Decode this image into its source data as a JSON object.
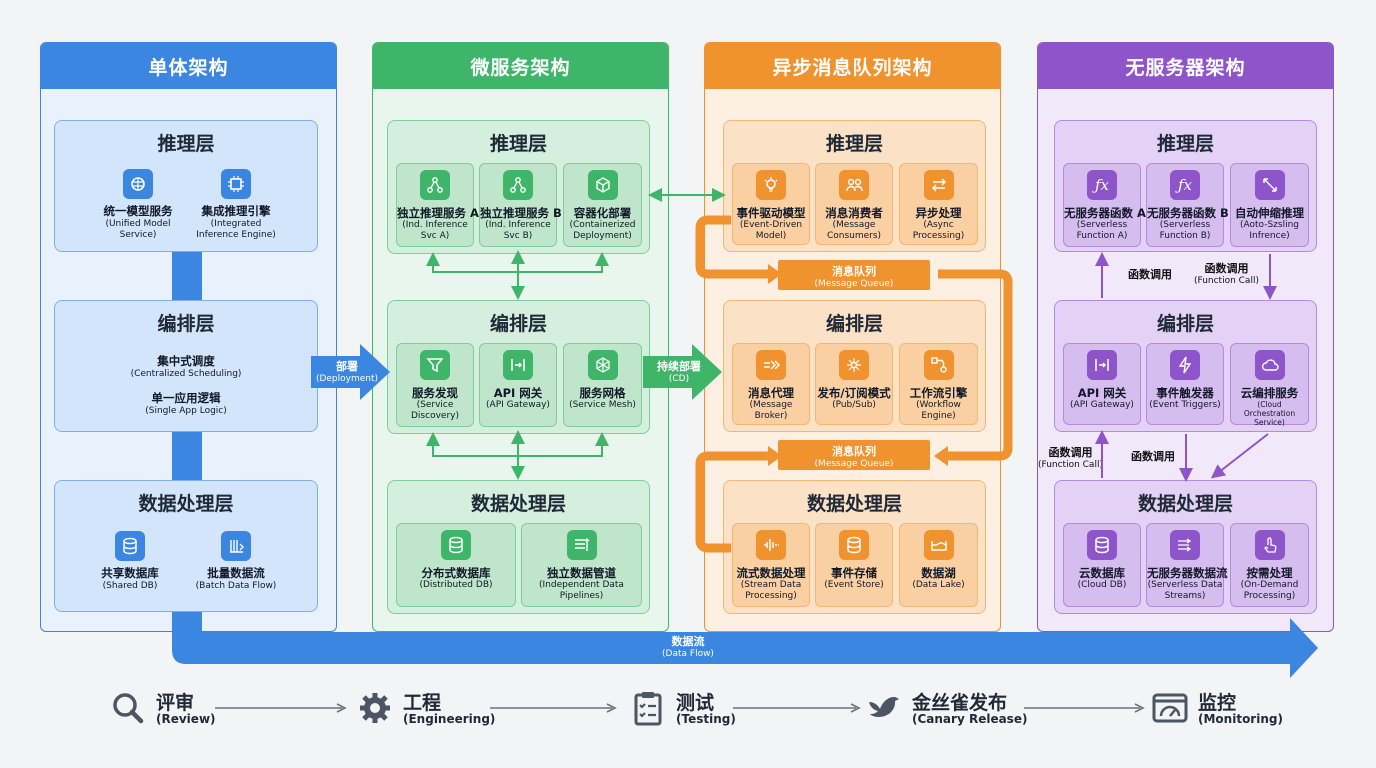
{
  "columns": [
    {
      "title": "单体架构",
      "layers": {
        "inference": "推理层",
        "orchestration": "编排层",
        "data": "数据处理层"
      }
    },
    {
      "title": "微服务架构",
      "layers": {
        "inference": "推理层",
        "orchestration": "编排层",
        "data": "数据处理层"
      }
    },
    {
      "title": "异步消息队列架构",
      "layers": {
        "inference": "推理层",
        "orchestration": "编排层",
        "data": "数据处理层"
      }
    },
    {
      "title": "无服务器架构",
      "layers": {
        "inference": "推理层",
        "orchestration": "编排层",
        "data": "数据处理层"
      }
    }
  ],
  "mono": {
    "inference": [
      {
        "zh": "统一模型服务",
        "en": "(Unified Model\nService)"
      },
      {
        "zh": "集成推理引擎",
        "en": "(Integrated\nInference Engine)"
      }
    ],
    "orchestration": [
      {
        "zh": "集中式调度",
        "en": "(Centralized Scheduling)"
      },
      {
        "zh": "单一应用逻辑",
        "en": "(Single App Logic)"
      }
    ],
    "data": [
      {
        "zh": "共享数据库",
        "en": "(Shared DB)"
      },
      {
        "zh": "批量数据流",
        "en": "(Batch Data Flow)"
      }
    ]
  },
  "micro": {
    "inference": [
      {
        "zh": "独立推理服务 A",
        "en": "(Ind. Inference\nSvc A)"
      },
      {
        "zh": "独立推理服务 B",
        "en": "(Ind. Inference\nSvc B)"
      },
      {
        "zh": "容器化部署",
        "en": "(Containerized\nDeployment)"
      }
    ],
    "orchestration": [
      {
        "zh": "服务发现",
        "en": "(Service\nDiscovery)"
      },
      {
        "zh": "API 网关",
        "en": "(API Gateway)"
      },
      {
        "zh": "服务网格",
        "en": "(Service Mesh)"
      }
    ],
    "data": [
      {
        "zh": "分布式数据库",
        "en": "(Distributed DB)"
      },
      {
        "zh": "独立数据管道",
        "en": "(Independent Data\nPipelines)"
      }
    ]
  },
  "async": {
    "inference": [
      {
        "zh": "事件驱动模型",
        "en": "(Event-Driven\nModel)"
      },
      {
        "zh": "消息消费者",
        "en": "(Message\nConsumers)"
      },
      {
        "zh": "异步处理",
        "en": "(Async\nProcessing)"
      }
    ],
    "orchestration": [
      {
        "zh": "消息代理",
        "en": "(Message\nBroker)"
      },
      {
        "zh": "发布/订阅模式",
        "en": "(Pub/Sub)"
      },
      {
        "zh": "工作流引擎",
        "en": "(Workflow\nEngine)"
      }
    ],
    "data": [
      {
        "zh": "流式数据处理",
        "en": "(Stream Data\nProcessing)"
      },
      {
        "zh": "事件存储",
        "en": "(Event Store)"
      },
      {
        "zh": "数据湖",
        "en": "(Data Lake)"
      }
    ],
    "queue1": {
      "zh": "消息队列",
      "en": "(Message Queue)"
    },
    "queue2": {
      "zh": "消息队列",
      "en": "(Message Queue)"
    }
  },
  "serverless": {
    "inference": [
      {
        "zh": "无服务器函数 A",
        "en": "(Serverless\nFunction A)"
      },
      {
        "zh": "无服务器函数 B",
        "en": "(Serverless\nFunction B)"
      },
      {
        "zh": "自动伸缩推理",
        "en": "(Aoto-Szsling\nInfrence)"
      }
    ],
    "orchestration": [
      {
        "zh": "API 网关",
        "en": "(API Gateway)"
      },
      {
        "zh": "事件触发器",
        "en": "(Event Triggers)"
      },
      {
        "zh": "云编排服务",
        "en": "(Cloud Orchestration\nService)"
      }
    ],
    "data": [
      {
        "zh": "云数据库",
        "en": "(Cloud DB)"
      },
      {
        "zh": "无服务器数据流",
        "en": "(Serverless Data\nStreams)"
      },
      {
        "zh": "按需处理",
        "en": "(On-Demand\nProcessing)"
      }
    ],
    "call_labels": [
      {
        "zh": "函数调用",
        "en": ""
      },
      {
        "zh": "函数调用",
        "en": "(Function Call)"
      },
      {
        "zh": "函数调用",
        "en": "(Function Call)"
      },
      {
        "zh": "函数调用",
        "en": ""
      }
    ]
  },
  "transitions": [
    {
      "zh": "部署",
      "en": "(Deployment)"
    },
    {
      "zh": "持续部署",
      "en": "(CD)"
    }
  ],
  "data_flow": {
    "zh": "数据流",
    "en": "(Data Flow)"
  },
  "pipeline": [
    {
      "zh": "评审",
      "en": "(Review)",
      "icon": "magnifier-icon"
    },
    {
      "zh": "工程",
      "en": "(Engineering)",
      "icon": "gear-icon"
    },
    {
      "zh": "测试",
      "en": "(Testing)",
      "icon": "clipboard-icon"
    },
    {
      "zh": "金丝雀发布",
      "en": "(Canary Release)",
      "icon": "bird-icon"
    },
    {
      "zh": "监控",
      "en": "(Monitoring)",
      "icon": "dashboard-icon"
    }
  ],
  "colors": {
    "blue": "#3a86e0",
    "green": "#3fb56a",
    "orange": "#f0922d",
    "purple": "#8e54c9"
  }
}
